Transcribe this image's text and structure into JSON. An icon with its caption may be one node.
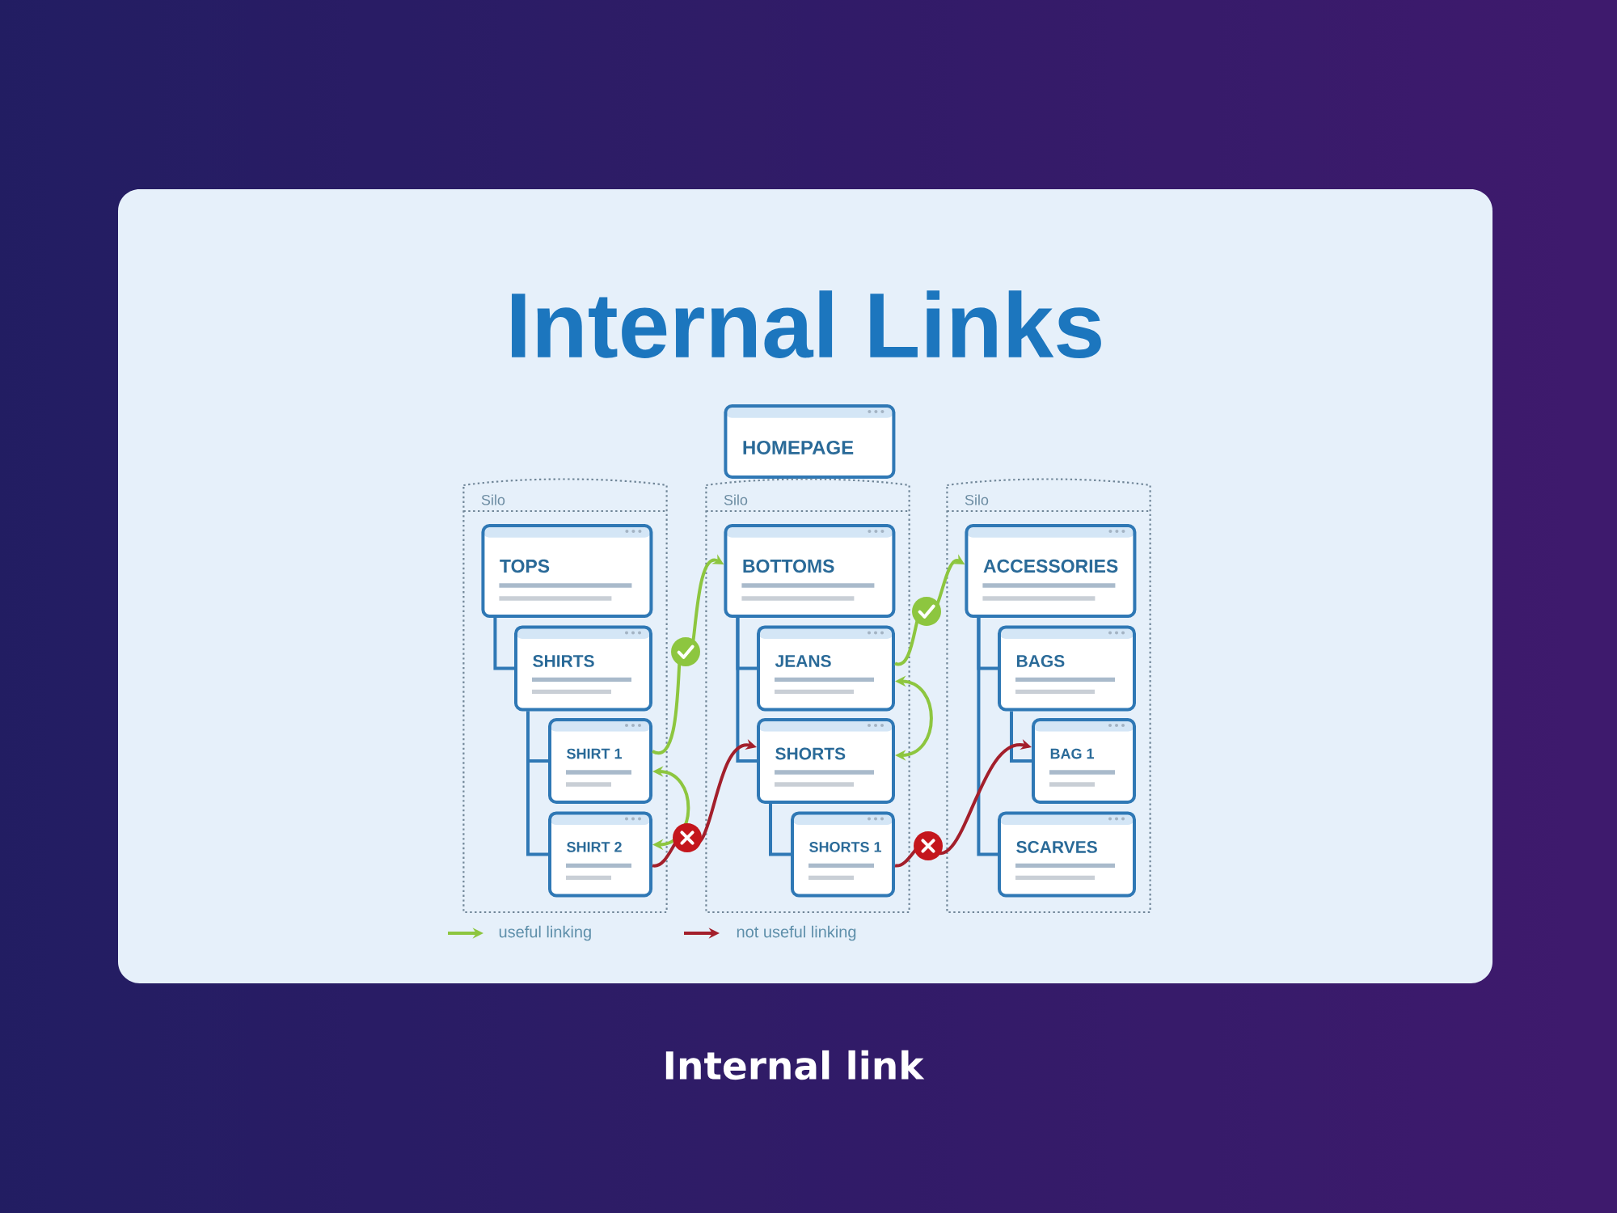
{
  "diagram": {
    "title": "Internal Links",
    "caption": "Internal link",
    "nodes": [
      {
        "text": [
          "HOMEPAGE"
        ]
      },
      {
        "text": [
          "Silo"
        ]
      },
      {
        "text": [
          "TOPS"
        ],
        "in": 1
      },
      {
        "text": [
          "SHIRTS"
        ],
        "in": 1
      },
      {
        "text": [
          "SHIRT 1"
        ],
        "in": 1
      },
      {
        "text": [
          "SHIRT 2"
        ],
        "in": 1
      },
      {
        "text": [
          "Silo"
        ]
      },
      {
        "text": [
          "BOTTOMS"
        ],
        "in": 6
      },
      {
        "text": [
          "JEANS"
        ],
        "in": 6
      },
      {
        "text": [
          "SHORTS"
        ],
        "in": 6
      },
      {
        "text": [
          "SHORTS 1"
        ],
        "in": 6
      },
      {
        "text": [
          "Silo"
        ]
      },
      {
        "text": [
          "ACCESSORIES"
        ],
        "in": 11
      },
      {
        "text": [
          "BAGS"
        ],
        "in": 11
      },
      {
        "text": [
          "BAG 1"
        ],
        "in": 11
      },
      {
        "text": [
          "SCARVES"
        ],
        "in": 11
      }
    ],
    "edges": [
      {
        "from": 2,
        "to": 3,
        "arrow": "none"
      },
      {
        "from": 3,
        "to": 4,
        "arrow": "none"
      },
      {
        "from": 3,
        "to": 5,
        "arrow": "none"
      },
      {
        "from": 7,
        "to": 8,
        "arrow": "none"
      },
      {
        "from": 7,
        "to": 9,
        "arrow": "none"
      },
      {
        "from": 9,
        "to": 10,
        "arrow": "none"
      },
      {
        "from": 12,
        "to": 13,
        "arrow": "none"
      },
      {
        "from": 13,
        "to": 14,
        "arrow": "none"
      },
      {
        "from": 12,
        "to": 15,
        "arrow": "none"
      },
      {
        "from": 4,
        "to": 7,
        "arrow": "to",
        "color": "#8dc63f"
      },
      {
        "from": 4,
        "to": 5,
        "arrow": "both",
        "color": "#8dc63f"
      },
      {
        "from": 5,
        "to": 9,
        "arrow": "to",
        "color": "#a31f2b"
      },
      {
        "from": 8,
        "to": 9,
        "arrow": "both",
        "color": "#8dc63f"
      },
      {
        "from": 8,
        "to": 12,
        "arrow": "to",
        "color": "#8dc63f"
      },
      {
        "from": 10,
        "to": 14,
        "arrow": "to",
        "color": "#a31f2b"
      }
    ],
    "legend": [
      {
        "text": "useful linking"
      },
      {
        "text": "not useful linking"
      }
    ]
  }
}
